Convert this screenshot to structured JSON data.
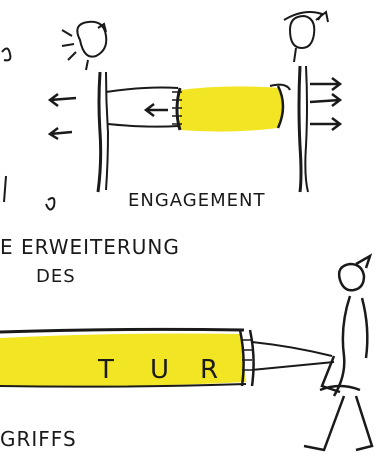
{
  "labels": {
    "engagement": "ENGAGEMENT",
    "erweiterung": "E ERWEITERUNG",
    "des": "DES",
    "begriffs": "GRIFFS",
    "letters": [
      "T",
      "U",
      "R"
    ]
  },
  "colors": {
    "ink": "#1a1a1a",
    "highlight": "#f2e524",
    "paper": "#ffffff"
  }
}
